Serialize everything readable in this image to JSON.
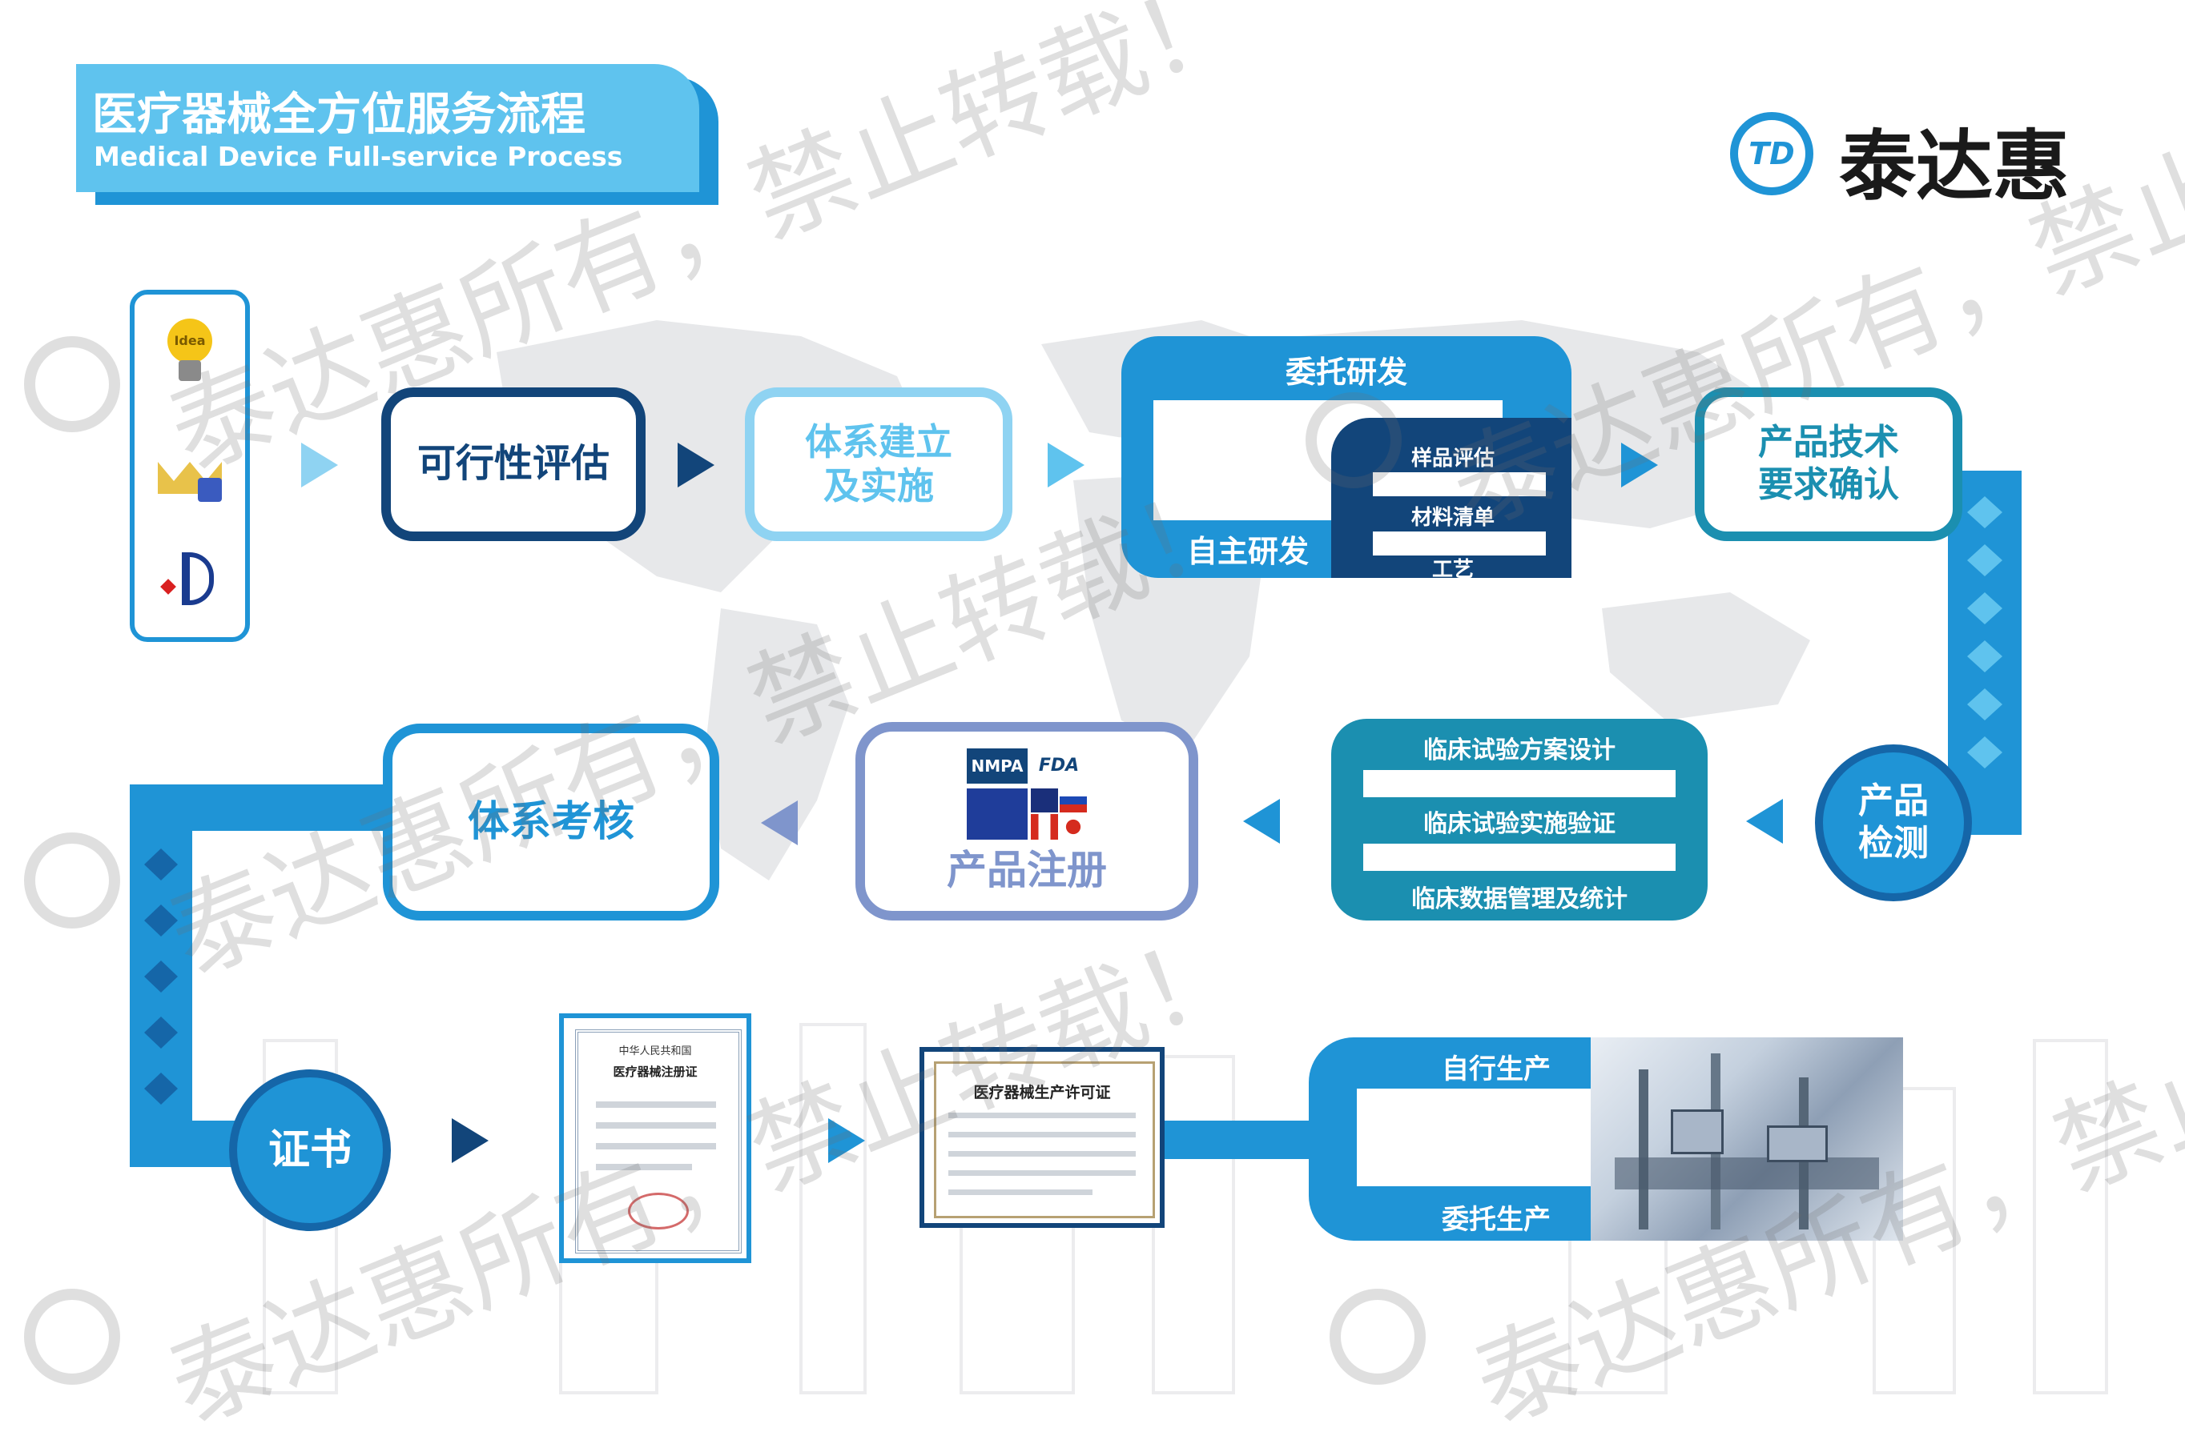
{
  "header": {
    "title_cn": "医疗器械全方位服务流程",
    "title_en": "Medical Device Full-service Process"
  },
  "logo": {
    "mark": "TD",
    "name": "泰达惠"
  },
  "watermark": {
    "text_a": "泰达惠所有，禁止转载！",
    "text_b": "泰达惠所有，禁止"
  },
  "icons": {
    "idea_label": "Idea"
  },
  "steps": {
    "feasibility": "可行性评估",
    "system_build": "体系建立\n及实施",
    "rd_commission": "委托研发",
    "rd_self": "自主研发",
    "rd_items": [
      "样品评估",
      "材料清单",
      "工艺"
    ],
    "tech_req": "产品技术\n要求确认",
    "testing": "产品\n检测",
    "clinical": [
      "临床试验方案设计",
      "临床试验实施验证",
      "临床数据管理及统计"
    ],
    "registration": "产品注册",
    "reg_logos": [
      "NMPA",
      "FDA"
    ],
    "audit": "体系考核",
    "certificate": "证书",
    "reg_cert_header": [
      "中华人民共和国",
      "医疗器械注册证"
    ],
    "license_title": "医疗器械生产许可证",
    "production_self": "自行生产",
    "production_commission": "委托生产"
  },
  "colors": {
    "dark_blue": "#12457a",
    "mid_blue": "#1f94d6",
    "light_blue": "#5fc3ee",
    "teal": "#1b8fb0",
    "lavender": "#7f95cc"
  }
}
